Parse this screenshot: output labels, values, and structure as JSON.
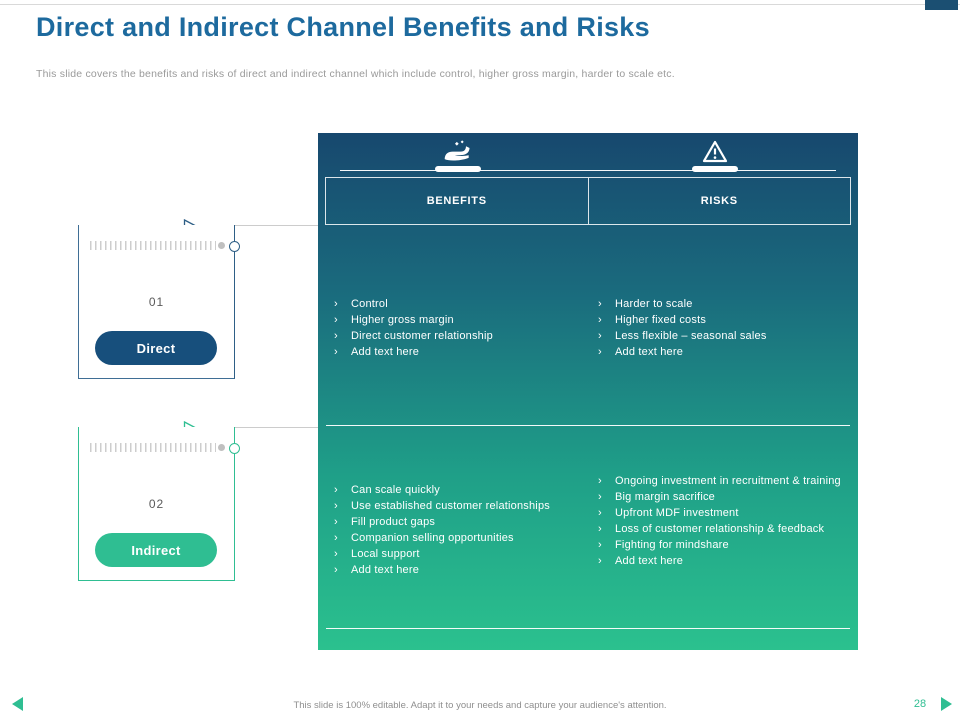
{
  "slide": {
    "title": "Direct and Indirect Channel Benefits and Risks",
    "subtitle": "This slide covers the benefits and risks of direct and indirect channel which include control, higher gross margin, harder to scale etc.",
    "footer_note": "This slide is 100% editable. Adapt it to your needs and capture your audience's attention.",
    "page_number": "28"
  },
  "colors": {
    "title_blue": "#1d6a9e",
    "navy": "#174f7c",
    "green": "#2fbe92",
    "panel_gradient_top": "#17486e",
    "panel_gradient_bottom": "#2bc18e",
    "muted_gray": "#8f8f8f"
  },
  "panel": {
    "bullet_char": "›",
    "columns": [
      {
        "label": "BENEFITS",
        "icon": "hand-benefits-icon"
      },
      {
        "label": "RISKS",
        "icon": "warning-triangle-icon"
      }
    ],
    "sections": [
      {
        "benefits": [
          "Control",
          "Higher gross margin",
          "Direct customer relationship",
          "Add text here"
        ],
        "risks": [
          "Harder to scale",
          "Higher fixed costs",
          "Less flexible – seasonal sales",
          "Add text here"
        ]
      },
      {
        "benefits": [
          "Can scale quickly",
          "Use established customer relationships",
          "Fill product gaps",
          "Companion selling opportunities",
          "Local support",
          "Add text here"
        ],
        "risks": [
          "Ongoing investment in recruitment & training",
          "Big margin sacrifice",
          "Upfront MDF investment",
          "Loss of customer relationship & feedback",
          "Fighting for mindshare",
          "Add text here"
        ]
      }
    ]
  },
  "channels": [
    {
      "number": "01",
      "label": "Direct"
    },
    {
      "number": "02",
      "label": "Indirect"
    }
  ]
}
